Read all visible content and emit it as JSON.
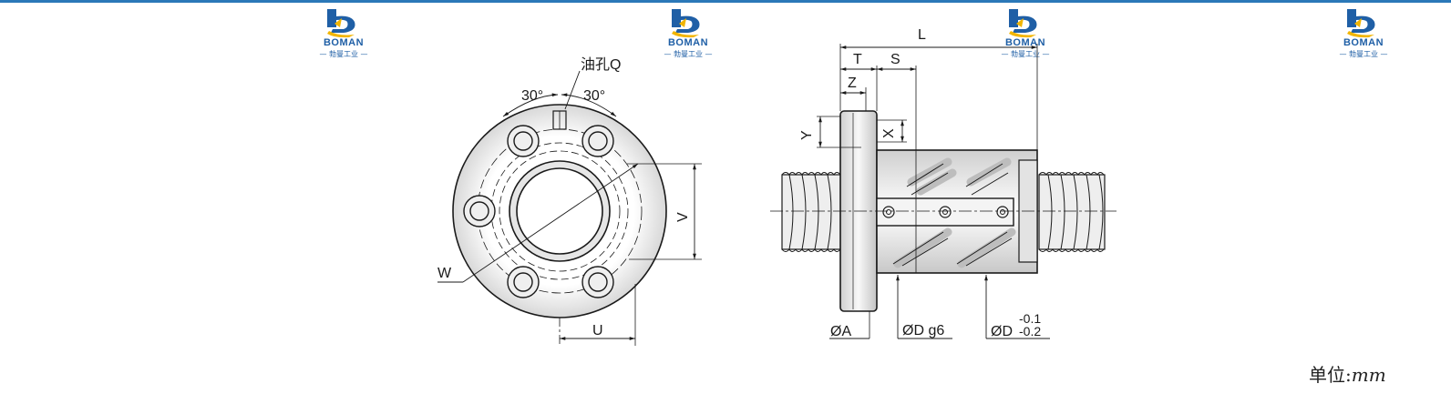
{
  "logo": {
    "brand": "BOMAN",
    "subtitle": "— 勃曼工业 —"
  },
  "front_view": {
    "oil_hole_label": "油孔Q",
    "angle_left": "30°",
    "angle_right": "30°",
    "dim_v": "V",
    "dim_w": "W",
    "dim_u": "U"
  },
  "side_view": {
    "dim_l": "L",
    "dim_t": "T",
    "dim_s": "S",
    "dim_z": "Z",
    "dim_y": "Y",
    "dim_x": "X",
    "dia_a": "ØA",
    "dia_d_g6": "ØD g6",
    "dia_d": "ØD",
    "tol_upper": "-0.1",
    "tol_lower": "-0.2"
  },
  "unit_label": "单位:",
  "unit_value": "mm",
  "colors": {
    "line": "#1a1a1a",
    "accent": "#2b78b8",
    "brand": "#1f5fa6",
    "logo_yellow": "#f2b500"
  }
}
